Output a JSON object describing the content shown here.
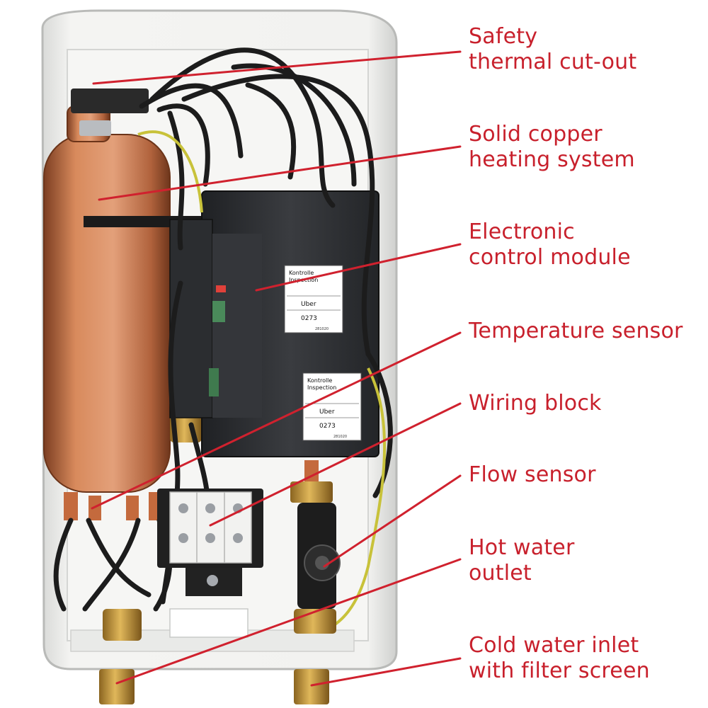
{
  "colors": {
    "label_text": "#c8202c",
    "leader_line": "#d0212e",
    "copper": "#c9744a",
    "copper_dark": "#8f4a2a",
    "housing": "#eeeeec",
    "module": "#2d2f33",
    "wire": "#1e1e1e"
  },
  "callouts": [
    {
      "id": "safety-thermal-cut-out",
      "text": "Safety\nthermal cut-out"
    },
    {
      "id": "solid-copper-heating-system",
      "text": "Solid copper\nheating system"
    },
    {
      "id": "electronic-control-module",
      "text": "Electronic\ncontrol module"
    },
    {
      "id": "temperature-sensor",
      "text": "Temperature sensor"
    },
    {
      "id": "wiring-block",
      "text": "Wiring block"
    },
    {
      "id": "flow-sensor",
      "text": "Flow sensor"
    },
    {
      "id": "hot-water-outlet",
      "text": "Hot water\noutlet"
    },
    {
      "id": "cold-water-inlet",
      "text": "Cold water inlet\nwith filter screen"
    }
  ],
  "module_labels": [
    {
      "title": "Kontrolle\nInspection",
      "name": "Uber",
      "code": "0273",
      "small": "281020"
    },
    {
      "title": "Kontrolle\nInspection",
      "name": "Uber",
      "code": "0273",
      "small": "281020"
    }
  ]
}
